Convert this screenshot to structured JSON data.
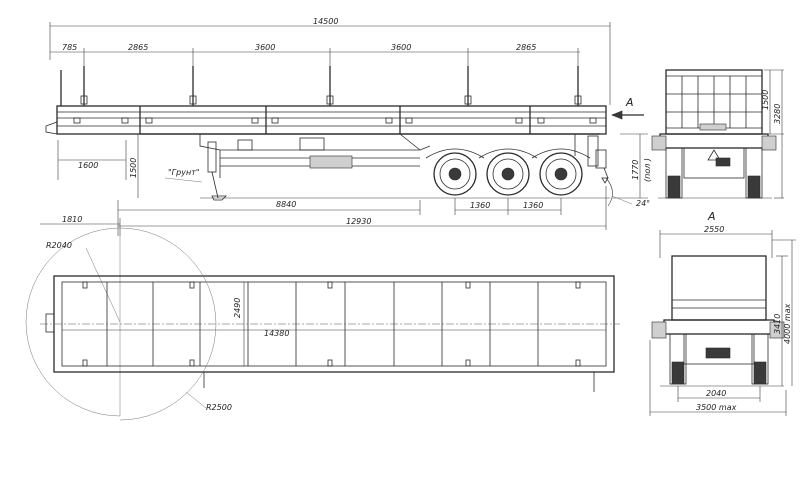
{
  "side_view": {
    "overall_length": "14500",
    "spacings": [
      "785",
      "2865",
      "3600",
      "3600",
      "2865"
    ],
    "front_overhang": "1600",
    "height_ground": "1500",
    "ground_label": "\"Грунт\"",
    "kingpin_to_axle": "8840",
    "axle_spacing_1": "1360",
    "axle_spacing_2": "1360",
    "total_length_lower": "12930",
    "deck_height": "1770",
    "deck_height_note": "(пол )",
    "angle": "24°",
    "view_marker": "А"
  },
  "rear_view": {
    "panel_height": "1500",
    "total_height": "3280"
  },
  "top_view": {
    "front_offset": "1810",
    "radius_front": "R2040",
    "width": "2490",
    "platform_length": "14380",
    "radius_swing": "R2500"
  },
  "front_view": {
    "label": "А",
    "width_top": "2550",
    "height_mid": "3410",
    "height_max": "4000 max",
    "track": "2040",
    "width_max": "3500 max"
  }
}
